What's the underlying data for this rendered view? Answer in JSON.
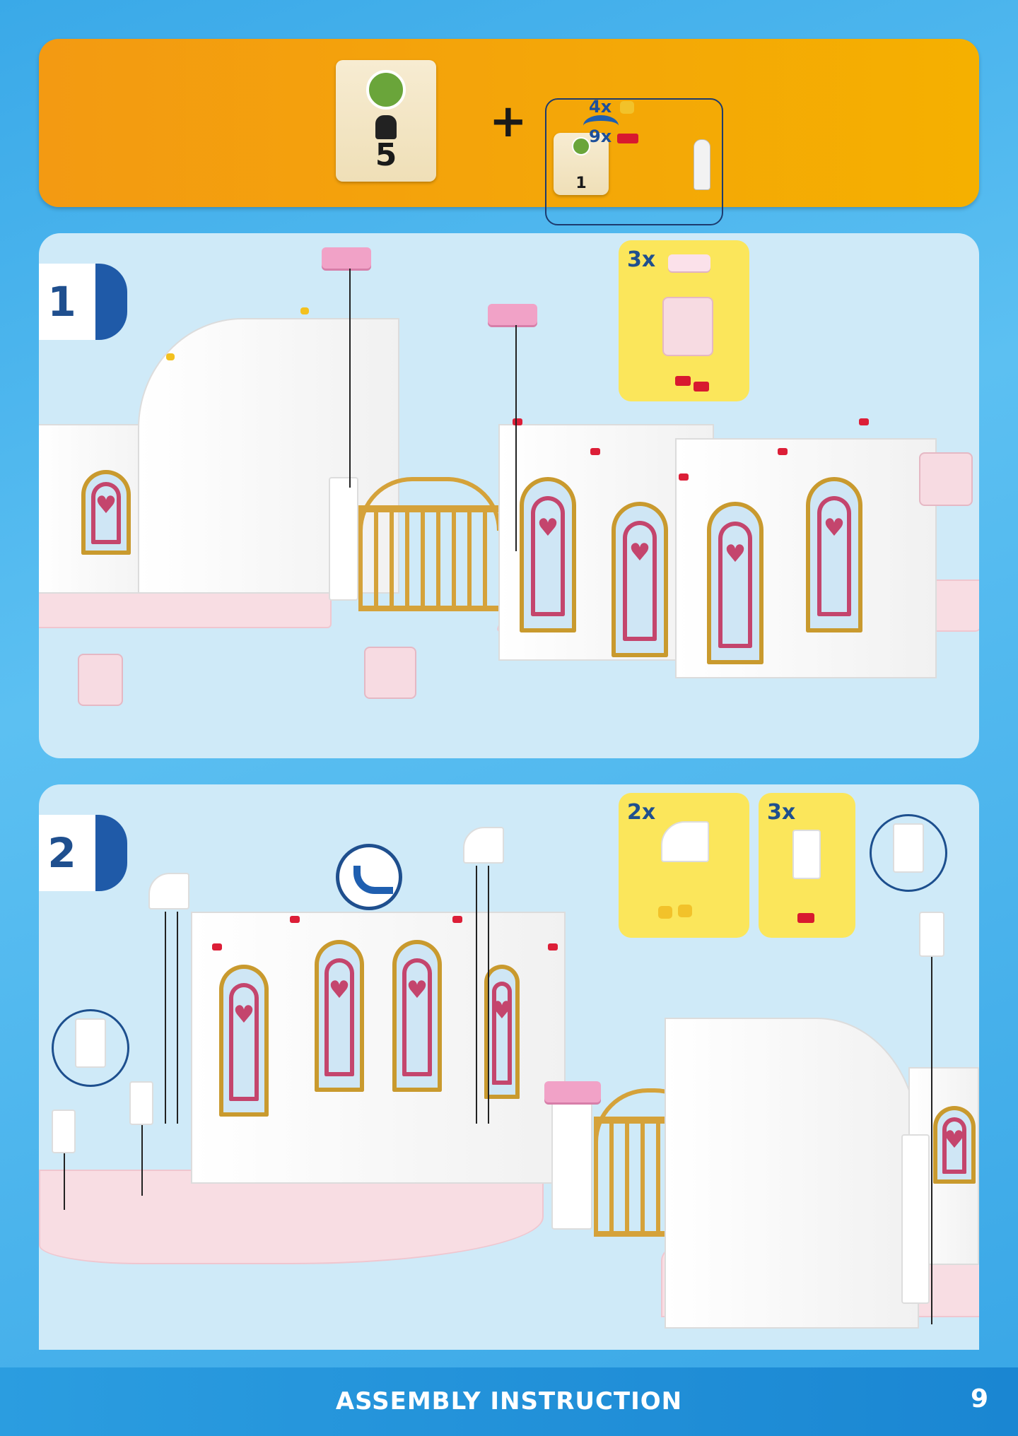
{
  "banner": {
    "bag_main_number": "5",
    "bag_small_number": "1",
    "plus_symbol": "+",
    "parts": [
      {
        "qty": "4x",
        "icon": "yellow-connector-icon"
      },
      {
        "qty": "9x",
        "icon": "red-peg-icon"
      }
    ],
    "tool_icon": "assembly-tool-icon"
  },
  "step1": {
    "number": "1",
    "count_label": "3x"
  },
  "step2": {
    "number": "2",
    "count_labels": [
      "2x",
      "3x"
    ],
    "turn_icon": "rotate-icon"
  },
  "footer": {
    "title": "ASSEMBLY INSTRUCTION",
    "page_number": "9"
  },
  "colors": {
    "banner_orange": "#f5a20c",
    "panel_blue": "#cfeaf8",
    "badge_blue": "#1f5aa8",
    "count_yellow": "#fbe65b",
    "footer_blue": "#1a86d2"
  }
}
